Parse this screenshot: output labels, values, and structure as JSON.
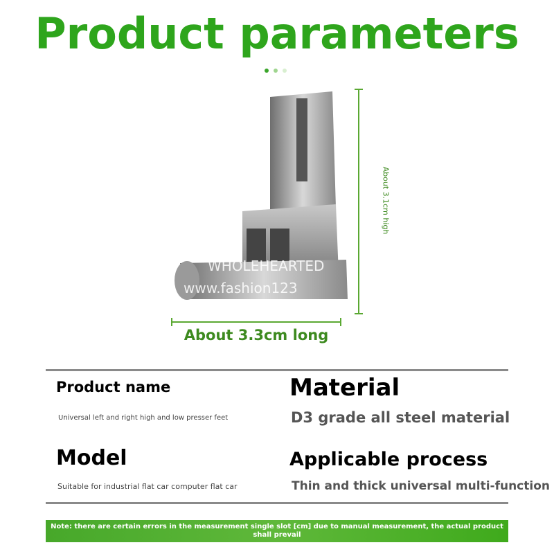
{
  "title": "Product parameters",
  "colors": {
    "accent": "#2ea51c",
    "dim": "#5aa832",
    "note_bg": "#4fae2e"
  },
  "dimensions": {
    "height_label": "About 3.1cm high",
    "width_label": "About 3.3cm long"
  },
  "watermark": [
    "WHOLEHEARTED",
    "www.fashion123"
  ],
  "specs": {
    "product_name": {
      "label": "Product name",
      "value": "Universal left and right high and low presser feet"
    },
    "material": {
      "label": "Material",
      "value": "D3 grade all steel material"
    },
    "model": {
      "label": "Model",
      "value": "Suitable for industrial flat car computer flat car"
    },
    "process": {
      "label": "Applicable process",
      "value": "Thin and thick universal multi-function"
    }
  },
  "note": "Note: there are certain errors in the measurement single slot [cm] due to manual measurement, the actual product shall prevail"
}
